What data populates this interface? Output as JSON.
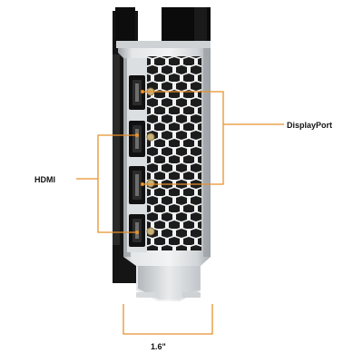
{
  "callouts": {
    "displayport_label": "DisplayPort",
    "hdmi_label": "HDMI",
    "width_label": "1.6\""
  },
  "colors": {
    "callout_line": "#e8912a",
    "bracket_light": "#e6e8ea",
    "bracket_mid": "#b9bdc1",
    "bracket_dark": "#7d8287",
    "card_black": "#141414"
  },
  "ports": [
    "DisplayPort",
    "HDMI",
    "DisplayPort",
    "HDMI"
  ],
  "icons": [
    "port-connector-icon",
    "screw-icon"
  ]
}
